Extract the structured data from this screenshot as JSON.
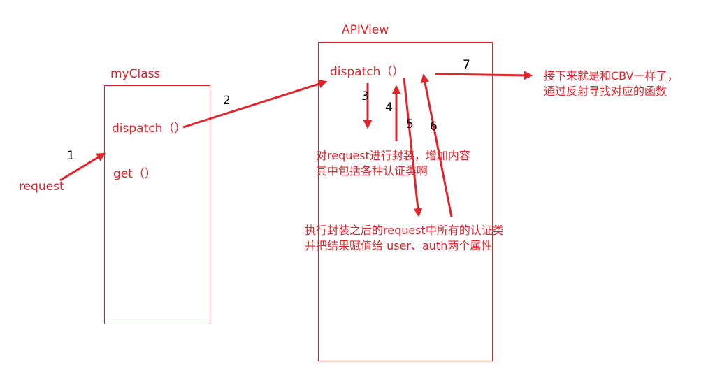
{
  "colors": {
    "accent": "#e3232b",
    "border": "#d9232d",
    "step_text": "#000000"
  },
  "myclass": {
    "title": "myClass",
    "dispatch": "dispatch（）",
    "get": "get（）"
  },
  "request_label": "request",
  "apiview": {
    "title": "APIView",
    "dispatch": "dispatch（）"
  },
  "steps": [
    "1",
    "2",
    "3",
    "4",
    "5",
    "6",
    "7"
  ],
  "notes": {
    "wrap_line1": "对request进行封装，增加内容",
    "wrap_line2": "其中包括各种认证类啊",
    "auth_line1": "执行封装之后的request中所有的认证类",
    "auth_line2": "并把结果赋值给 user、auth两个属性",
    "cbv_line1": "接下来就是和CBV一样了，",
    "cbv_line2": "通过反射寻找对应的函数"
  }
}
